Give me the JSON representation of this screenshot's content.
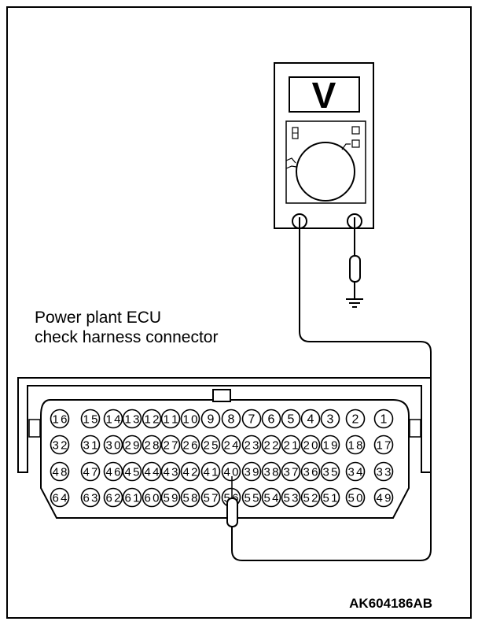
{
  "caption": {
    "line1": "Power plant ECU",
    "line2": "check harness connector"
  },
  "figure_id": "AK604186AB",
  "meter": {
    "display_symbol": "V"
  },
  "connector": {
    "rows": [
      [
        "16",
        "15",
        "14",
        "13",
        "12",
        "11",
        "10",
        "9",
        "8",
        "7",
        "6",
        "5",
        "4",
        "3",
        "2",
        "1"
      ],
      [
        "32",
        "31",
        "30",
        "29",
        "28",
        "27",
        "26",
        "25",
        "24",
        "23",
        "22",
        "21",
        "20",
        "19",
        "18",
        "17"
      ],
      [
        "48",
        "47",
        "46",
        "45",
        "44",
        "43",
        "42",
        "41",
        "40",
        "39",
        "38",
        "37",
        "36",
        "35",
        "34",
        "33"
      ],
      [
        "64",
        "63",
        "62",
        "61",
        "60",
        "59",
        "58",
        "57",
        "56",
        "55",
        "54",
        "53",
        "52",
        "51",
        "50",
        "49"
      ]
    ],
    "probed_pin": "56"
  }
}
